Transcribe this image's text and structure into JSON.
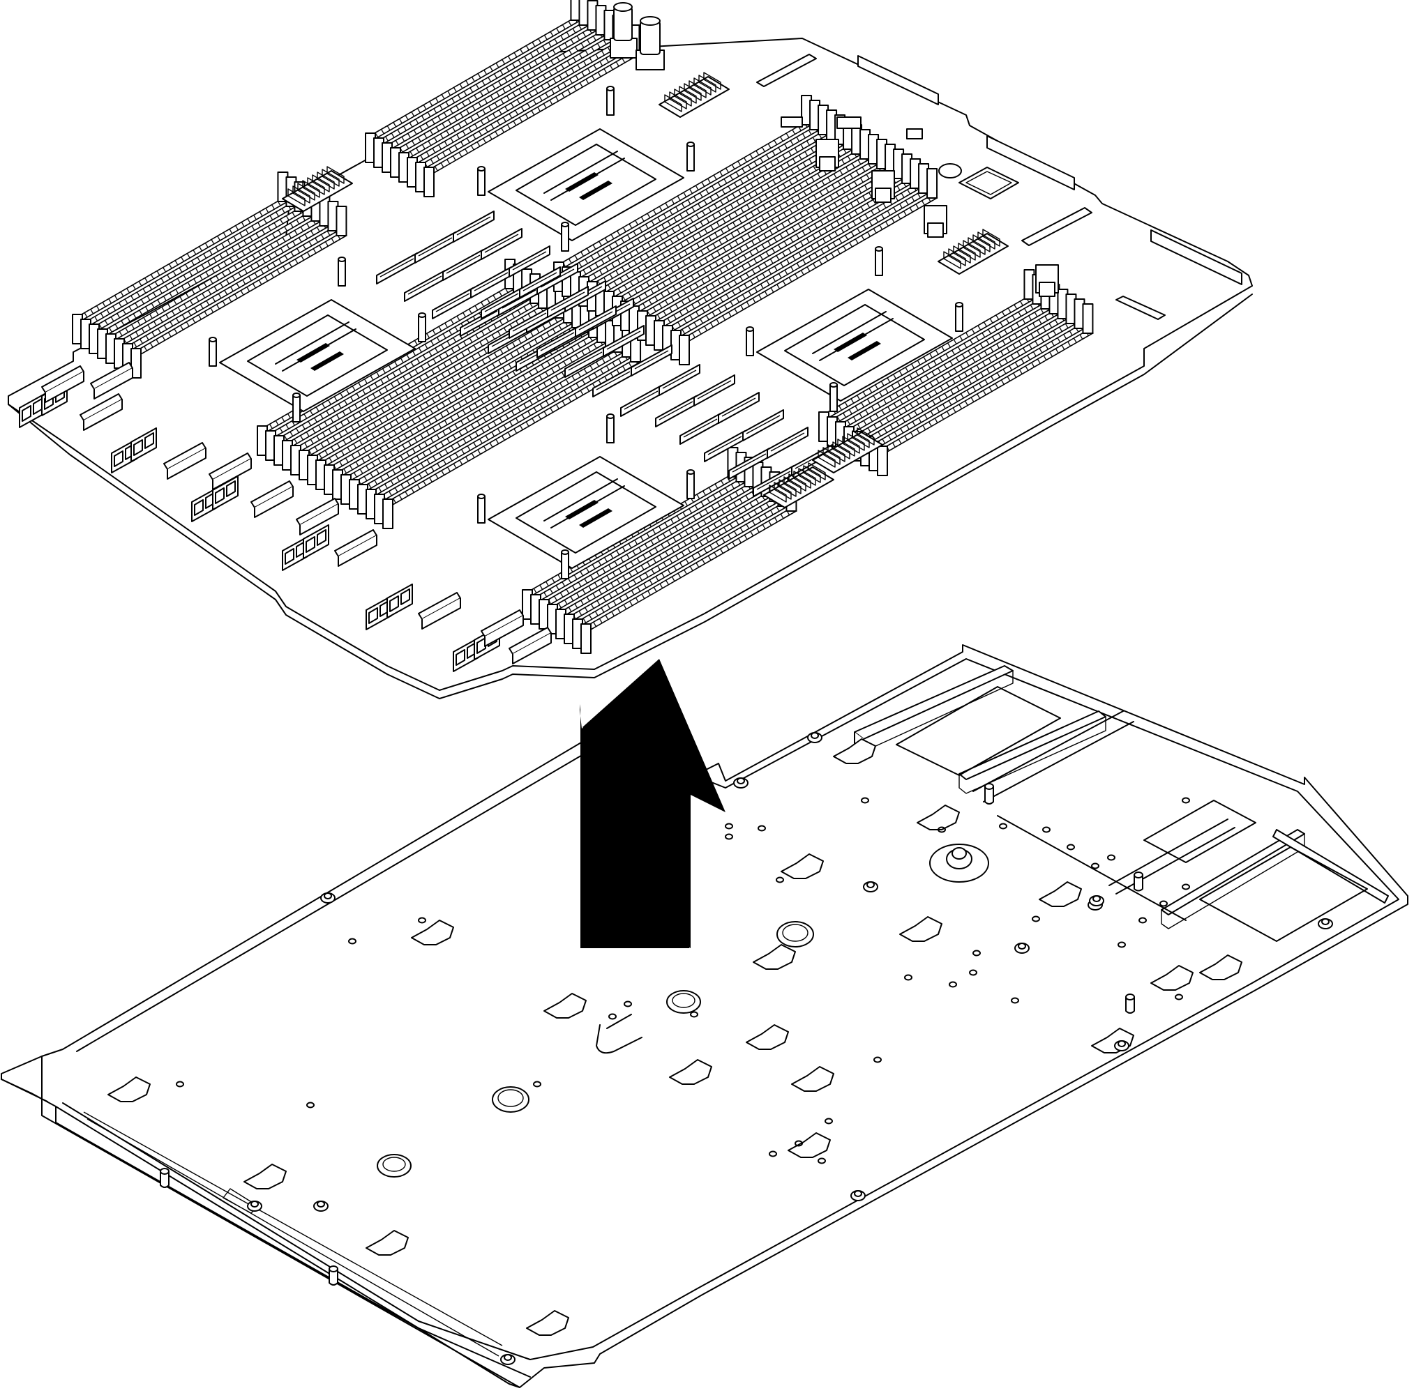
{
  "figure": {
    "background": "#ffffff",
    "line_color": "#000000",
    "arrow_color": "#000000",
    "arrow_direction": "up",
    "icons": [
      "system-board",
      "up-arrow",
      "carrier-tray"
    ]
  },
  "system_board": {
    "processor_socket_count": 4,
    "memory_bank_count": 8
  },
  "carrier_tray": {
    "guide_rail_count": 3
  }
}
